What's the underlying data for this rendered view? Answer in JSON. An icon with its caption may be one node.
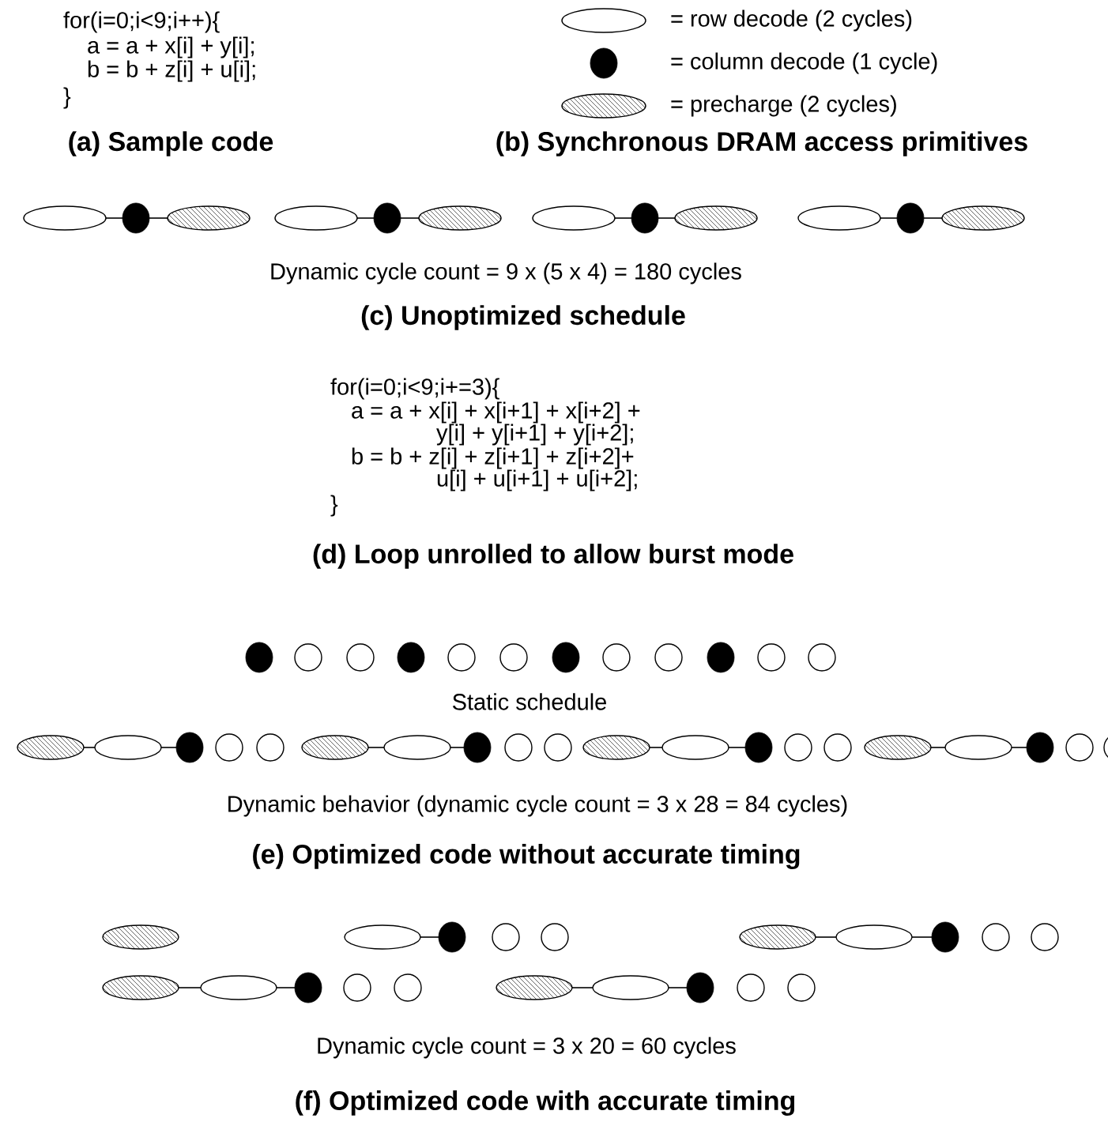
{
  "diagram": {
    "nodes": [
      {
        "text": [],
        "shape": "ellipse"
      },
      {
        "text": [],
        "shape": "dot"
      },
      {
        "text": [],
        "shape": "hatched-ellipse"
      },
      {
        "text": [],
        "shape": "ellipse"
      },
      {
        "text": [],
        "shape": "dot"
      },
      {
        "text": [],
        "shape": "hatched-ellipse"
      },
      {
        "text": [],
        "shape": "ellipse"
      },
      {
        "text": [],
        "shape": "dot"
      },
      {
        "text": [],
        "shape": "hatched-ellipse"
      },
      {
        "text": [],
        "shape": "ellipse"
      },
      {
        "text": [],
        "shape": "dot"
      },
      {
        "text": [],
        "shape": "hatched-ellipse"
      },
      {
        "text": [],
        "shape": "dot"
      },
      {
        "text": [],
        "shape": "circle"
      },
      {
        "text": [],
        "shape": "circle"
      },
      {
        "text": [],
        "shape": "dot"
      },
      {
        "text": [],
        "shape": "circle"
      },
      {
        "text": [],
        "shape": "circle"
      },
      {
        "text": [],
        "shape": "dot"
      },
      {
        "text": [],
        "shape": "circle"
      },
      {
        "text": [],
        "shape": "circle"
      },
      {
        "text": [],
        "shape": "dot"
      },
      {
        "text": [],
        "shape": "circle"
      },
      {
        "text": [],
        "shape": "circle"
      },
      {
        "text": [],
        "shape": "hatched-ellipse"
      },
      {
        "text": [],
        "shape": "ellipse"
      },
      {
        "text": [],
        "shape": "dot"
      },
      {
        "text": [],
        "shape": "circle"
      },
      {
        "text": [],
        "shape": "circle"
      },
      {
        "text": [],
        "shape": "hatched-ellipse"
      },
      {
        "text": [],
        "shape": "ellipse"
      },
      {
        "text": [],
        "shape": "dot"
      },
      {
        "text": [],
        "shape": "circle"
      },
      {
        "text": [],
        "shape": "circle"
      },
      {
        "text": [],
        "shape": "hatched-ellipse"
      },
      {
        "text": [],
        "shape": "ellipse"
      },
      {
        "text": [],
        "shape": "dot"
      },
      {
        "text": [],
        "shape": "circle"
      },
      {
        "text": [],
        "shape": "circle"
      },
      {
        "text": [],
        "shape": "hatched-ellipse"
      },
      {
        "text": [],
        "shape": "ellipse"
      },
      {
        "text": [],
        "shape": "dot"
      },
      {
        "text": [],
        "shape": "circle"
      },
      {
        "text": [],
        "shape": "circle"
      },
      {
        "text": [],
        "shape": "hatched-ellipse"
      },
      {
        "text": [],
        "shape": "ellipse"
      },
      {
        "text": [],
        "shape": "dot"
      },
      {
        "text": [],
        "shape": "circle"
      },
      {
        "text": [],
        "shape": "circle"
      },
      {
        "text": [],
        "shape": "hatched-ellipse"
      },
      {
        "text": [],
        "shape": "ellipse"
      },
      {
        "text": [],
        "shape": "dot"
      },
      {
        "text": [],
        "shape": "circle"
      },
      {
        "text": [],
        "shape": "circle"
      },
      {
        "text": [],
        "shape": "hatched-ellipse"
      },
      {
        "text": [],
        "shape": "ellipse"
      },
      {
        "text": [],
        "shape": "dot"
      },
      {
        "text": [],
        "shape": "circle"
      },
      {
        "text": [],
        "shape": "circle"
      },
      {
        "text": [],
        "shape": "hatched-ellipse"
      },
      {
        "text": [],
        "shape": "ellipse"
      },
      {
        "text": [],
        "shape": "dot"
      },
      {
        "text": [],
        "shape": "circle"
      },
      {
        "text": [],
        "shape": "circle"
      }
    ],
    "edges": [
      {
        "from": 0,
        "to": 1,
        "arrow": "none"
      },
      {
        "from": 1,
        "to": 2,
        "arrow": "none"
      },
      {
        "from": 3,
        "to": 4,
        "arrow": "none"
      },
      {
        "from": 4,
        "to": 5,
        "arrow": "none"
      },
      {
        "from": 6,
        "to": 7,
        "arrow": "none"
      },
      {
        "from": 7,
        "to": 8,
        "arrow": "none"
      },
      {
        "from": 9,
        "to": 10,
        "arrow": "none"
      },
      {
        "from": 10,
        "to": 11,
        "arrow": "none"
      },
      {
        "from": 24,
        "to": 25,
        "arrow": "none"
      },
      {
        "from": 25,
        "to": 26,
        "arrow": "none"
      },
      {
        "from": 29,
        "to": 30,
        "arrow": "none"
      },
      {
        "from": 30,
        "to": 31,
        "arrow": "none"
      },
      {
        "from": 34,
        "to": 35,
        "arrow": "none"
      },
      {
        "from": 35,
        "to": 36,
        "arrow": "none"
      },
      {
        "from": 39,
        "to": 40,
        "arrow": "none"
      },
      {
        "from": 40,
        "to": 41,
        "arrow": "none"
      },
      {
        "from": 45,
        "to": 46,
        "arrow": "none"
      },
      {
        "from": 49,
        "to": 50,
        "arrow": "none"
      },
      {
        "from": 50,
        "to": 51,
        "arrow": "none"
      },
      {
        "from": 54,
        "to": 55,
        "arrow": "none"
      },
      {
        "from": 55,
        "to": 56,
        "arrow": "none"
      },
      {
        "from": 59,
        "to": 60,
        "arrow": "none"
      },
      {
        "from": 60,
        "to": 61,
        "arrow": "none"
      }
    ],
    "labels": [
      "for(i=0;i<9;i++){",
      "a = a + x[i] + y[i];",
      "b = b + z[i] + u[i];",
      "}",
      "(a) Sample code",
      "(b) Synchronous DRAM access primitives",
      "Dynamic cycle count = 9 x (5 x 4) = 180 cycles",
      "(c) Unoptimized schedule",
      "for(i=0;i<9;i+=3){",
      "a = a + x[i] + x[i+1] + x[i+2] +",
      "y[i] + y[i+1] + y[i+2];",
      "b = b + z[i] + z[i+1] + z[i+2]+",
      "u[i] + u[i+1] + u[i+2];",
      "}",
      "(d) Loop unrolled to allow burst mode",
      "Static schedule",
      "Dynamic behavior (dynamic cycle count = 3 x 28 = 84 cycles)",
      "(e) Optimized code without accurate timing",
      "Dynamic cycle count = 3 x 20 = 60 cycles",
      "(f) Optimized code with accurate timing"
    ],
    "legend": [
      {
        "text": "= row decode (2 cycles)"
      },
      {
        "text": "= column decode (1 cycle)"
      },
      {
        "text": "= precharge (2 cycles)"
      }
    ]
  }
}
